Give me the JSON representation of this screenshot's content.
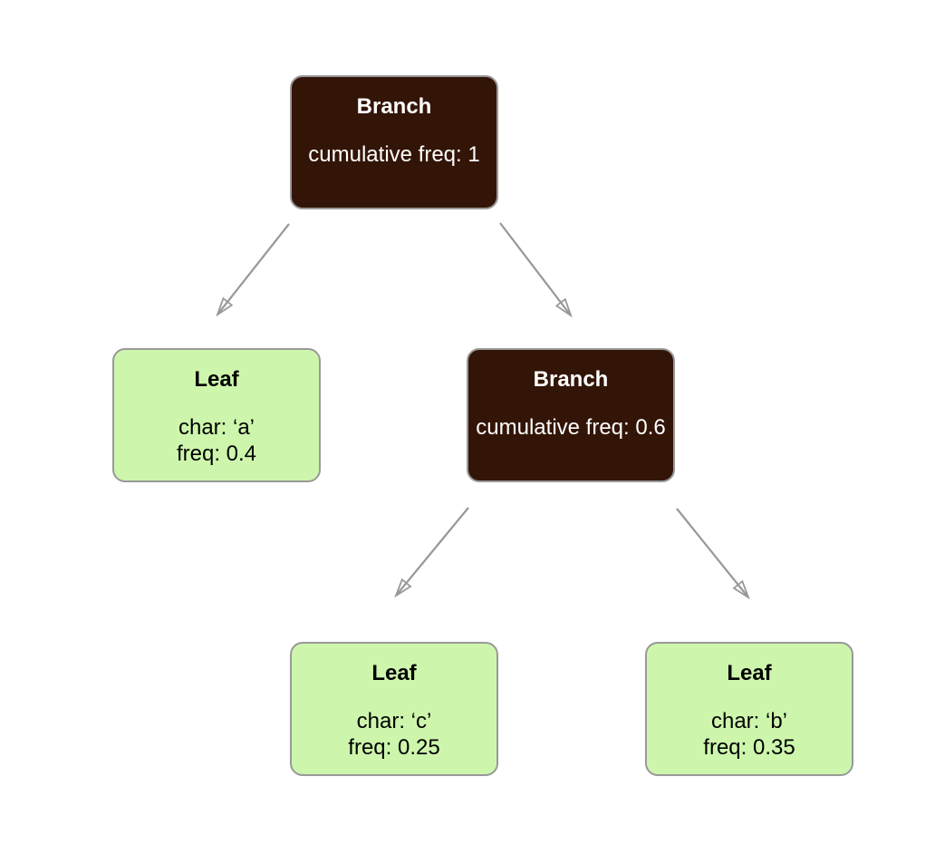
{
  "diagram": {
    "type": "binary-tree",
    "background": "#ffffff",
    "nodes": {
      "root": {
        "kind": "Branch",
        "title": "Branch",
        "lines": [
          "cumulative freq: 1"
        ]
      },
      "leaf_a": {
        "kind": "Leaf",
        "title": "Leaf",
        "lines": [
          "char: ‘a’",
          "freq: 0.4"
        ]
      },
      "branch_06": {
        "kind": "Branch",
        "title": "Branch",
        "lines": [
          "cumulative freq: 0.6"
        ]
      },
      "leaf_c": {
        "kind": "Leaf",
        "title": "Leaf",
        "lines": [
          "char: ‘c’",
          "freq: 0.25"
        ]
      },
      "leaf_b": {
        "kind": "Leaf",
        "title": "Leaf",
        "lines": [
          "char: ‘b’",
          "freq: 0.35"
        ]
      }
    },
    "edges": [
      {
        "from": "root",
        "to": "leaf_a"
      },
      {
        "from": "root",
        "to": "branch_06"
      },
      {
        "from": "branch_06",
        "to": "leaf_c"
      },
      {
        "from": "branch_06",
        "to": "leaf_b"
      }
    ],
    "colors": {
      "branch_fill": "#331507",
      "branch_text": "#ffffff",
      "leaf_fill": "#cdf6ac",
      "leaf_text": "#000000",
      "node_border": "#999999",
      "arrow": "#999999"
    }
  }
}
